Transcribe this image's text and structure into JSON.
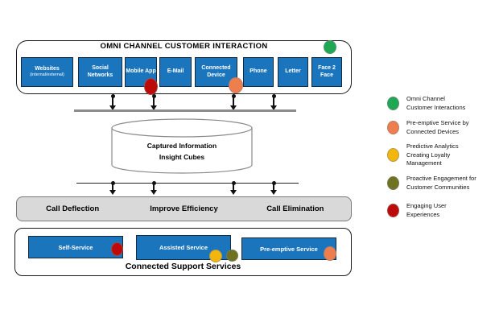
{
  "colors": {
    "box_blue": "#1B75BC",
    "green": "#1FA853",
    "orange": "#EF7E4E",
    "yellow": "#F3B60C",
    "olive": "#6E7221",
    "red": "#BE0909",
    "bar_gray": "#D9D9D9"
  },
  "top_panel": {
    "title": "OMNI CHANNEL CUSTOMER INTERACTION",
    "channels": [
      {
        "label": "Websites",
        "sub": "(internal/external)"
      },
      {
        "label": "Social Networks"
      },
      {
        "label": "Mobile App"
      },
      {
        "label": "E-Mail"
      },
      {
        "label": "Connected Device"
      },
      {
        "label": "Phone"
      },
      {
        "label": "Letter"
      },
      {
        "label": "Face 2 Face"
      }
    ]
  },
  "cylinder": {
    "line1": "Captured Information",
    "line2": "Insight Cubes"
  },
  "middle_bar": {
    "items": [
      "Call Deflection",
      "Improve Efficiency",
      "Call Elimination"
    ]
  },
  "bottom_panel": {
    "title": "Connected Support Services",
    "services": [
      "Self-Service",
      "Assisted Service",
      "Pre-emptive Service"
    ]
  },
  "legend": {
    "items": [
      {
        "lines": [
          "Omni Channel",
          "Customer Interactions"
        ]
      },
      {
        "lines": [
          "Pre-emptive Service by",
          "Connected Devices"
        ]
      },
      {
        "lines": [
          "Predictive Analytics",
          "Creating Loyalty",
          "Management"
        ]
      },
      {
        "lines": [
          "Proactive Engagement for",
          "Customer Communities"
        ]
      },
      {
        "lines": [
          "Engaging User",
          "Experiences"
        ]
      }
    ]
  }
}
